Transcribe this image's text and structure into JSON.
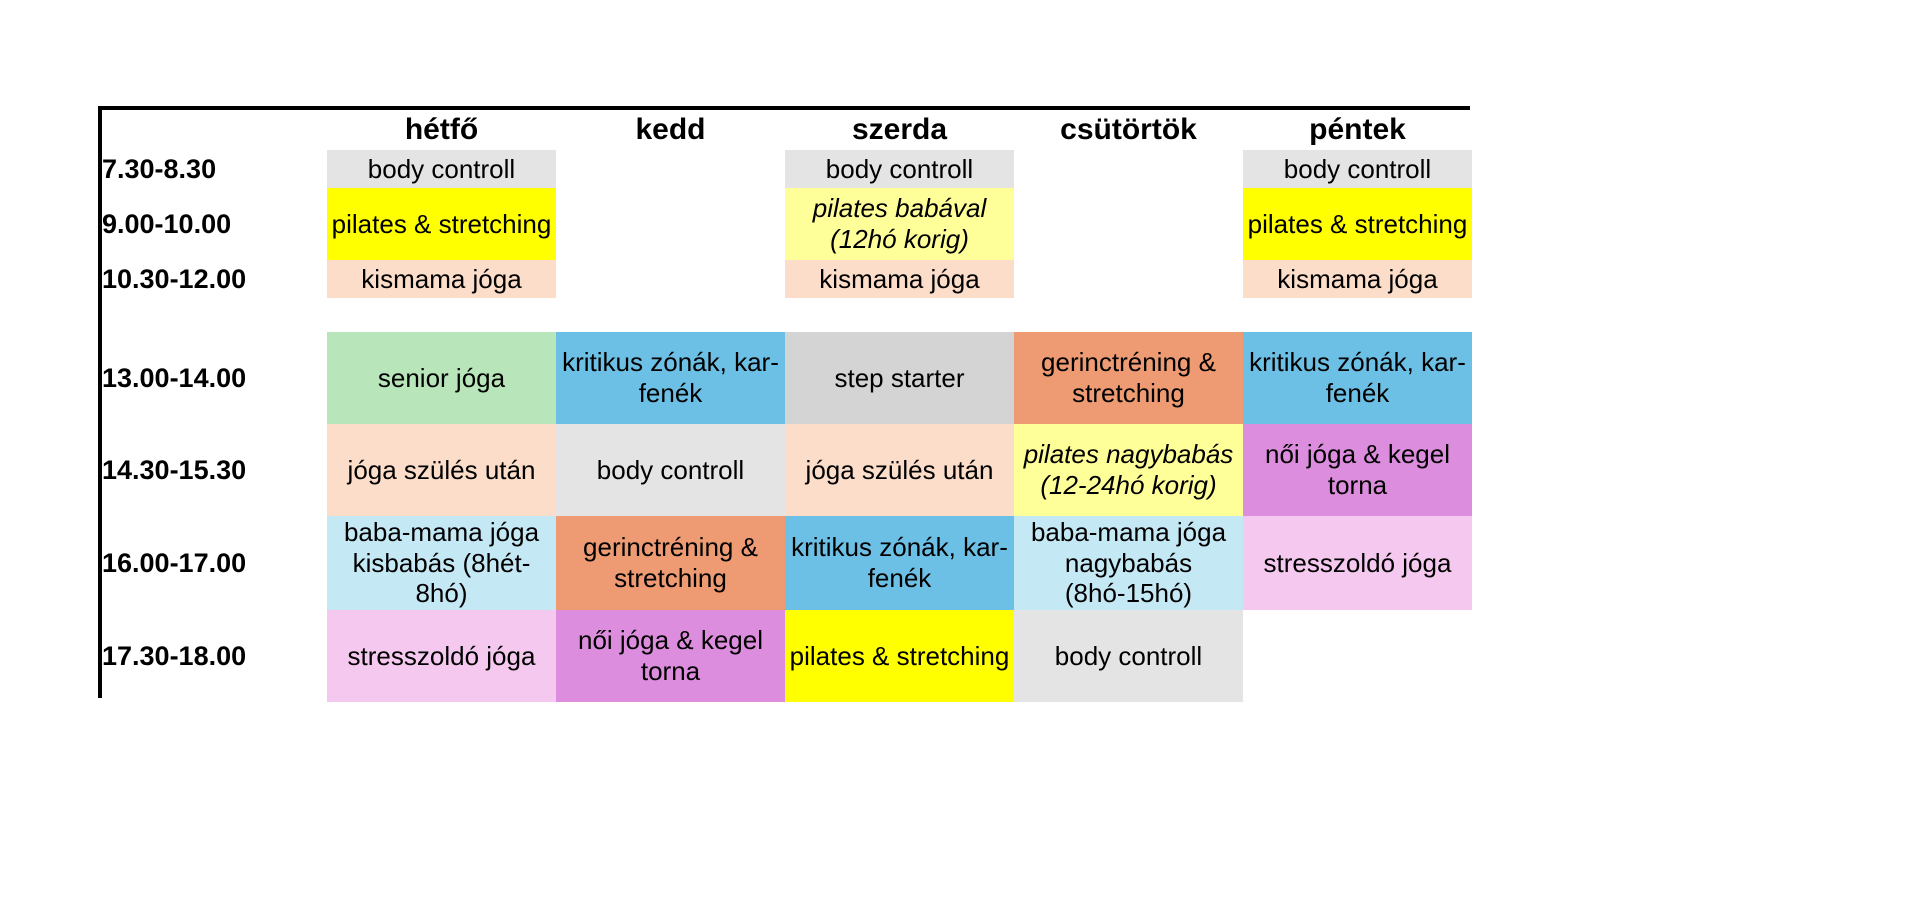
{
  "table": {
    "corner_label": "",
    "days": [
      "hétfő",
      "kedd",
      "szerda",
      "csütörtök",
      "péntek"
    ],
    "times": [
      "7.30-8.30",
      "9.00-10.00",
      "10.30-12.00",
      "13.00-14.00",
      "14.30-15.30",
      "16.00-17.00",
      "17.30-18.00"
    ],
    "rows": [
      {
        "time": "7.30-8.30",
        "cells": [
          {
            "text": "body controll",
            "color": "#e4e4e4",
            "italic": false
          },
          {
            "text": "",
            "color": "#ffffff",
            "italic": false
          },
          {
            "text": "body controll",
            "color": "#e4e4e4",
            "italic": false
          },
          {
            "text": "",
            "color": "#ffffff",
            "italic": false
          },
          {
            "text": "body controll",
            "color": "#e4e4e4",
            "italic": false
          }
        ]
      },
      {
        "time": "9.00-10.00",
        "cells": [
          {
            "text": "pilates & stretching",
            "color": "#ffff00",
            "italic": false
          },
          {
            "text": "",
            "color": "#ffffff",
            "italic": false
          },
          {
            "text": "pilates babával (12hó korig)",
            "color": "#ffff99",
            "italic": true
          },
          {
            "text": "",
            "color": "#ffffff",
            "italic": false
          },
          {
            "text": "pilates & stretching",
            "color": "#ffff00",
            "italic": false
          }
        ]
      },
      {
        "time": "10.30-12.00",
        "cells": [
          {
            "text": "kismama jóga",
            "color": "#fbddc9",
            "italic": false
          },
          {
            "text": "",
            "color": "#ffffff",
            "italic": false
          },
          {
            "text": "kismama jóga",
            "color": "#fbddc9",
            "italic": false
          },
          {
            "text": "",
            "color": "#ffffff",
            "italic": false
          },
          {
            "text": "kismama jóga",
            "color": "#fbddc9",
            "italic": false
          }
        ]
      },
      {
        "time": "13.00-14.00",
        "cells": [
          {
            "text": "senior jóga",
            "color": "#b8e6ba",
            "italic": false
          },
          {
            "text": "kritikus zónák, kar-fenék",
            "color": "#6dc0e5",
            "italic": false
          },
          {
            "text": "step starter",
            "color": "#d4d4d4",
            "italic": false
          },
          {
            "text": "gerinctréning & stretching",
            "color": "#ee9b73",
            "italic": false
          },
          {
            "text": "kritikus zónák, kar-fenék",
            "color": "#6dc0e5",
            "italic": false
          }
        ]
      },
      {
        "time": "14.30-15.30",
        "cells": [
          {
            "text": "jóga szülés után",
            "color": "#fbddc9",
            "italic": false
          },
          {
            "text": "body controll",
            "color": "#e4e4e4",
            "italic": false
          },
          {
            "text": "jóga szülés után",
            "color": "#fbddc9",
            "italic": false
          },
          {
            "text": "pilates nagybabás (12-24hó korig)",
            "color": "#ffff99",
            "italic": true
          },
          {
            "text": "női jóga & kegel torna",
            "color": "#dd8ddd",
            "italic": false
          }
        ]
      },
      {
        "time": "16.00-17.00",
        "cells": [
          {
            "text": "baba-mama jóga kisbabás (8hét-8hó)",
            "color": "#c5e8f5",
            "italic": false
          },
          {
            "text": "gerinctréning & stretching",
            "color": "#ee9b73",
            "italic": false
          },
          {
            "text": "kritikus zónák, kar-fenék",
            "color": "#6dc0e5",
            "italic": false
          },
          {
            "text": "baba-mama jóga nagybabás (8hó-15hó)",
            "color": "#c5e8f5",
            "italic": false
          },
          {
            "text": "stresszoldó jóga",
            "color": "#f5c9ef",
            "italic": false
          }
        ]
      },
      {
        "time": "17.30-18.00",
        "cells": [
          {
            "text": "stresszoldó jóga",
            "color": "#f5c9ef",
            "italic": false
          },
          {
            "text": "női jóga & kegel torna",
            "color": "#dd8ddd",
            "italic": false
          },
          {
            "text": "pilates & stretching",
            "color": "#ffff00",
            "italic": false
          },
          {
            "text": "body controll",
            "color": "#e4e4e4",
            "italic": false
          },
          {
            "text": "",
            "color": "#ffffff",
            "italic": false
          }
        ]
      }
    ]
  }
}
